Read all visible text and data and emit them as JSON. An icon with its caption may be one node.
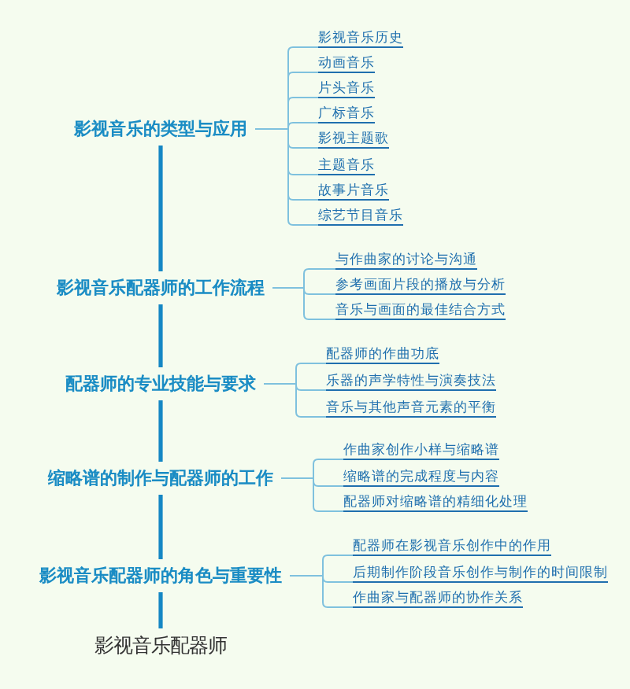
{
  "diagram": {
    "nodes": [
      {
        "text": [
          "影视音乐的类型与应用"
        ]
      },
      {
        "text": [
          "影视音乐历史"
        ]
      },
      {
        "text": [
          "动画音乐"
        ]
      },
      {
        "text": [
          "片头音乐"
        ]
      },
      {
        "text": [
          "广标音乐"
        ]
      },
      {
        "text": [
          "影视主题歌"
        ]
      },
      {
        "text": [
          "主题音乐"
        ]
      },
      {
        "text": [
          "故事片音乐"
        ]
      },
      {
        "text": [
          "综艺节目音乐"
        ]
      },
      {
        "text": [
          "影视音乐配器师的工作流程"
        ]
      },
      {
        "text": [
          "与作曲家的讨论与沟通"
        ]
      },
      {
        "text": [
          "参考画面片段的播放与分析"
        ]
      },
      {
        "text": [
          "音乐与画面的最佳结合方式"
        ]
      },
      {
        "text": [
          "配器师的专业技能与要求"
        ]
      },
      {
        "text": [
          "配器师的作曲功底"
        ]
      },
      {
        "text": [
          "乐器的声学特性与演奏技法"
        ]
      },
      {
        "text": [
          "音乐与其他声音元素的平衡"
        ]
      },
      {
        "text": [
          "缩略谱的制作与配器师的工作"
        ]
      },
      {
        "text": [
          "作曲家创作小样与缩略谱"
        ]
      },
      {
        "text": [
          "缩略谱的完成程度与内容"
        ]
      },
      {
        "text": [
          "配器师对缩略谱的精细化处理"
        ]
      },
      {
        "text": [
          "影视音乐配器师的角色与重要性"
        ]
      },
      {
        "text": [
          "配器师在影视音乐创作中的作用"
        ]
      },
      {
        "text": [
          "后期制作阶段音乐创作与制作的时间限制"
        ]
      },
      {
        "text": [
          "作曲家与配器师的协作关系"
        ]
      },
      {
        "text": [
          "影视音乐配器师"
        ]
      }
    ],
    "edges": [
      {
        "from": 25,
        "to": 21,
        "arrow": "none",
        "style": "thick",
        "color": "#1587c4"
      },
      {
        "from": 21,
        "to": 17,
        "arrow": "none",
        "style": "thick",
        "color": "#1587c4"
      },
      {
        "from": 17,
        "to": 13,
        "arrow": "none",
        "style": "thick",
        "color": "#1587c4"
      },
      {
        "from": 13,
        "to": 9,
        "arrow": "none",
        "style": "thick",
        "color": "#1587c4"
      },
      {
        "from": 9,
        "to": 0,
        "arrow": "none",
        "style": "thick",
        "color": "#1587c4"
      },
      {
        "from": 0,
        "to": 1,
        "arrow": "none"
      },
      {
        "from": 0,
        "to": 2,
        "arrow": "none"
      },
      {
        "from": 0,
        "to": 3,
        "arrow": "none"
      },
      {
        "from": 0,
        "to": 4,
        "arrow": "none"
      },
      {
        "from": 0,
        "to": 5,
        "arrow": "none"
      },
      {
        "from": 0,
        "to": 6,
        "arrow": "none"
      },
      {
        "from": 0,
        "to": 7,
        "arrow": "none"
      },
      {
        "from": 0,
        "to": 8,
        "arrow": "none"
      },
      {
        "from": 9,
        "to": 10,
        "arrow": "none"
      },
      {
        "from": 9,
        "to": 11,
        "arrow": "none"
      },
      {
        "from": 9,
        "to": 12,
        "arrow": "none"
      },
      {
        "from": 13,
        "to": 14,
        "arrow": "none"
      },
      {
        "from": 13,
        "to": 15,
        "arrow": "none"
      },
      {
        "from": 13,
        "to": 16,
        "arrow": "none"
      },
      {
        "from": 17,
        "to": 18,
        "arrow": "none"
      },
      {
        "from": 17,
        "to": 19,
        "arrow": "none"
      },
      {
        "from": 17,
        "to": 20,
        "arrow": "none"
      },
      {
        "from": 21,
        "to": 22,
        "arrow": "none"
      },
      {
        "from": 21,
        "to": 23,
        "arrow": "none"
      },
      {
        "from": 21,
        "to": 24,
        "arrow": "none"
      }
    ]
  }
}
